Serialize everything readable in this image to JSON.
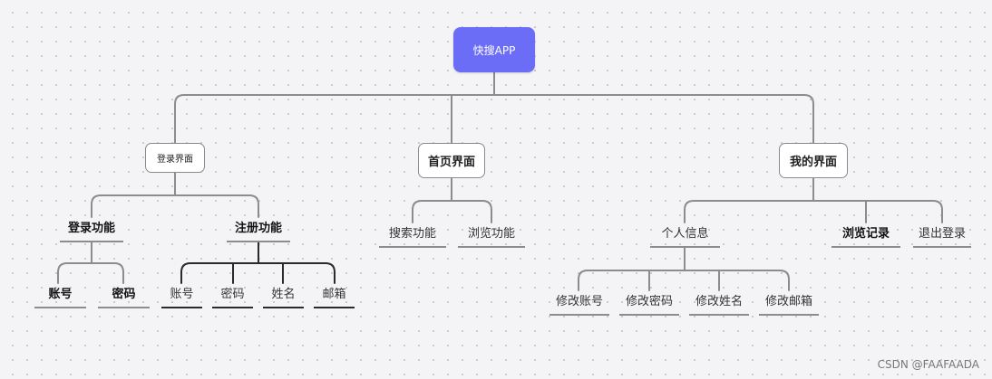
{
  "root": {
    "label": "快搜APP"
  },
  "branches": {
    "login": {
      "label": "登录界面",
      "children": [
        {
          "label": "登录功能",
          "children": [
            "账号",
            "密码"
          ]
        },
        {
          "label": "注册功能",
          "children": [
            "账号",
            "密码",
            "姓名",
            "邮箱"
          ]
        }
      ]
    },
    "home": {
      "label": "首页界面",
      "children": [
        "搜索功能",
        "浏览功能"
      ]
    },
    "mine": {
      "label": "我的界面",
      "children": [
        {
          "label": "个人信息",
          "children": [
            "修改账号",
            "修改密码",
            "修改姓名",
            "修改邮箱"
          ]
        },
        {
          "label": "浏览记录"
        },
        {
          "label": "退出登录"
        }
      ]
    }
  },
  "watermark": "CSDN @FAAFAADA",
  "colors": {
    "root": "#6b6df7",
    "connector": "#8c8c8c",
    "connector_dark": "#2a2a2a",
    "background": "#f4f4f6"
  }
}
